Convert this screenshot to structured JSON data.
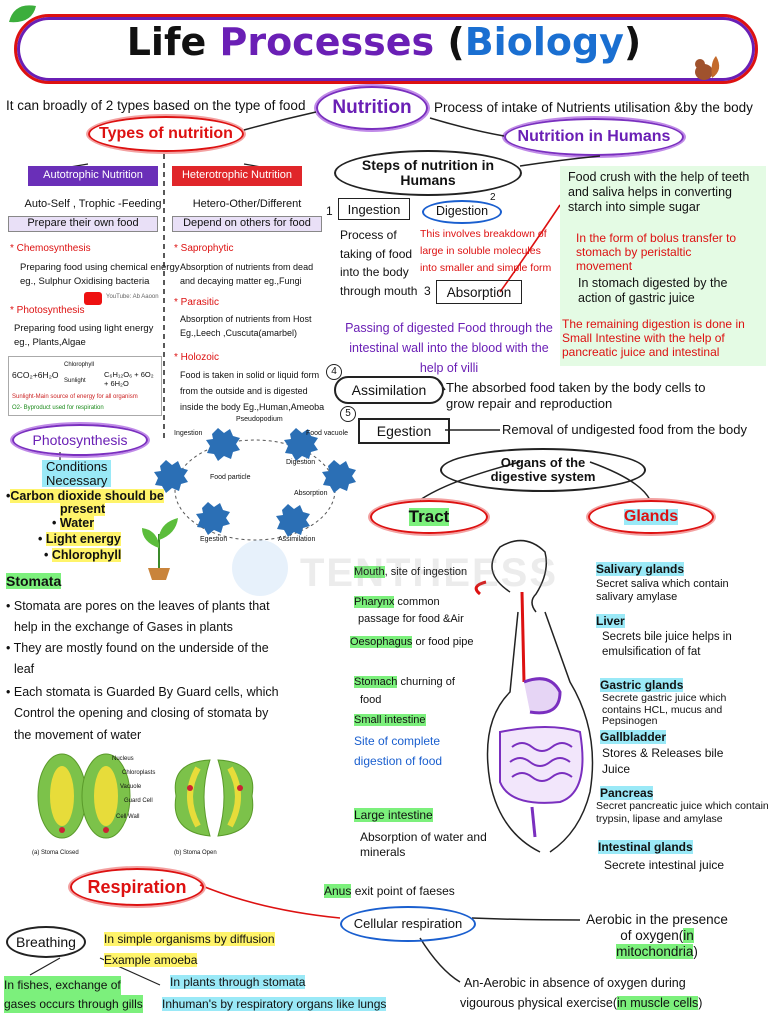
{
  "title": {
    "part1": "Life ",
    "part2": "Processes",
    "part3": " (",
    "part4": "Biology",
    "part5": ")"
  },
  "top": {
    "intro": "It can broadly of 2 types based on the type of food",
    "nutrition": "Nutrition",
    "definition": "Process of intake of Nutrients utilisation &by the body"
  },
  "types": {
    "heading": "Types of nutrition",
    "autotrophic": {
      "tag": "Autotrophic Nutrition",
      "desc": "Auto-Self , Trophic -Feeding",
      "def": "Prepare their own food"
    },
    "heterotrophic": {
      "tag": "Heterotrophic Nutrition",
      "desc": "Hetero-Other/Different",
      "def": "Depend on others for food"
    }
  },
  "auto_left": {
    "chemo_head": "* Chemosynthesis",
    "chemo_text1": "Preparing food using chemical energy",
    "chemo_text2": "eg., Sulphur Oxidising bacteria",
    "photo_head": "* Photosynthesis",
    "photo_text1": "Preparing food using light energy",
    "photo_text2": "eg., Plants,Algae",
    "equation_left": "6CO₂+6H₂O",
    "chlorophyll": "Chlorophyll",
    "sunlight": "Sunlight",
    "equation_right": "C₆H₁₂O₆ + 6O₂ + 6H₂O",
    "note1": "Sunlight-Main source of energy for all organism",
    "note2": "O2- Byproduct used for respiration",
    "video_label": "YouTube: Ab Aaoon"
  },
  "hetero_right": {
    "sapro_head": "* Saprophytic",
    "sapro_text1": "Absorption of nutrients from dead",
    "sapro_text2": "and decaying matter eg.,Fungi",
    "parasitic_head": "* Parasitic",
    "parasitic_text1": "Absorption of nutrients from Host",
    "parasitic_text2": "Eg.,Leech ,Cuscuta(amarbel)",
    "holozoic_head": "* Holozoic",
    "holozoic_text1": "Food is taken in solid or liquid form",
    "holozoic_text2": "from the outside and is digested",
    "holozoic_text3": "inside the body Eg.,Human,Ameoba"
  },
  "amoeba": {
    "pseudopodium": "Pseudopodium",
    "ingestion": "Ingestion",
    "food_vacuole": "Food vacuole",
    "food_particle": "Food particle",
    "digestion": "Digestion",
    "absorption": "Absorption",
    "egestion": "Egestion",
    "assimilation": "Assimilation"
  },
  "nutrition_humans": {
    "heading": "Nutrition in Humans",
    "steps_heading": "Steps of nutrition in Humans",
    "n1": "1",
    "ingestion": "Ingestion",
    "ingestion_desc": [
      "Process of",
      "taking of food",
      "into the body",
      "through mouth"
    ],
    "n2": "2",
    "digestion": "Digestion",
    "digestion_desc": [
      "This involves breakdown of",
      "large in soluble molecules",
      "into smaller and simple form"
    ],
    "n3": "3",
    "absorption": "Absorption",
    "absorption_desc": [
      "Passing of digested Food through the",
      "intestinal wall into the blood with the",
      "help of villi"
    ],
    "n4": "4",
    "assimilation": "Assimilation",
    "assimilation_desc": [
      "The absorbed food taken by the body cells to",
      "grow repair and reproduction"
    ],
    "n5": "5",
    "egestion": "Egestion",
    "egestion_desc": "Removal of undigested food from the body",
    "green_box": {
      "p1": [
        "Food crush with the help of teeth",
        "and saliva helps in converting",
        "starch into simple sugar"
      ],
      "p2": [
        "In the form of bolus transfer to",
        "stomach by peristaltic",
        "movement"
      ],
      "p3": [
        "In stomach digested by the",
        "action of gastric juice"
      ],
      "p4": [
        "The remaining digestion is done in",
        "Small Intestine with the help of",
        "pancreatic juice and intestinal"
      ]
    }
  },
  "organs": {
    "heading": "Organs of the digestive system",
    "tract": "Tract",
    "glands": "Glands",
    "tract_items": [
      {
        "name": "Mouth",
        "desc": ", site of ingestion"
      },
      {
        "name": "Pharynx",
        "desc": " common"
      },
      {
        "name": "",
        "desc": "passage for food &Air"
      },
      {
        "name": "Oesophagus",
        "desc": " or food pipe"
      },
      {
        "name": "Stomach",
        "desc": " churning of"
      },
      {
        "name": "",
        "desc": "food"
      },
      {
        "name": "Small intestine",
        "desc": ""
      },
      {
        "name": "",
        "desc": "Site of complete"
      },
      {
        "name": "",
        "desc": "digestion of food"
      },
      {
        "name": "Large intestine",
        "desc": ""
      },
      {
        "name": "",
        "desc": "Absorption of water and"
      },
      {
        "name": "",
        "desc": "minerals"
      },
      {
        "name": "Anus",
        "desc": " exit point of faeses"
      }
    ],
    "gland_items": [
      {
        "name": "Salivary glands",
        "desc": [
          "Secret saliva which contain",
          "salivary amylase"
        ]
      },
      {
        "name": "Liver",
        "desc": [
          "Secrets bile juice helps in",
          "emulsification of fat"
        ]
      },
      {
        "name": "Gastric glands",
        "desc": [
          "Secrete gastric juice which",
          "contains HCL, mucus and",
          "Pepsinogen"
        ]
      },
      {
        "name": "Gallbladder",
        "desc": [
          "Stores & Releases bile",
          "Juice"
        ]
      },
      {
        "name": "Pancreas",
        "desc": [
          "Secret pancreatic juice which contains",
          "trypsin, lipase and amylase"
        ]
      },
      {
        "name": "Intestinal glands",
        "desc": [
          "Secrete intestinal juice"
        ]
      }
    ]
  },
  "photosynthesis": {
    "heading": "Photosynthesis",
    "conditions": [
      "Conditions",
      "Necessary"
    ],
    "items": [
      "Carbon dioxide should be",
      "present",
      "Water",
      "Light energy",
      "Chlorophyll"
    ]
  },
  "stomata": {
    "heading": "Stomata",
    "points": [
      [
        "Stomata are pores on the leaves of plants that",
        "help in the exchange of Gases in plants"
      ],
      [
        "They are mostly found on the underside of the",
        "leaf"
      ],
      [
        "Each stomata is Guarded By Guard cells, which",
        "Control the opening and closing of stomata by",
        "the movement of water"
      ]
    ],
    "labels": [
      "Nucleus",
      "Chloroplasts",
      "Vacuole",
      "Guard Cell",
      "Cell Wall"
    ],
    "closed": "(a) Stoma Closed",
    "open": "(b) Stoma Open"
  },
  "respiration": {
    "heading": "Respiration",
    "breathing": "Breathing",
    "b1": "In simple organisms by diffusion",
    "b2": "Example amoeba",
    "b3": "In plants through stomata",
    "b4": "Inhuman's by  respiratory organs like lungs",
    "fish": [
      "In fishes, exchange of",
      "gases occurs through gills"
    ],
    "cellular": "Cellular respiration",
    "aerobic": [
      "Aerobic in the presence",
      "of oxygen(",
      "in",
      "mitochondria",
      ")"
    ],
    "anaerobic1": "An-Aerobic in absence of oxygen during",
    "anaerobic2": "vigourous physical exercise(",
    "anaerobic3": "in muscle cells",
    "anaerobic4": ")"
  },
  "watermark": "TENTHEESS"
}
